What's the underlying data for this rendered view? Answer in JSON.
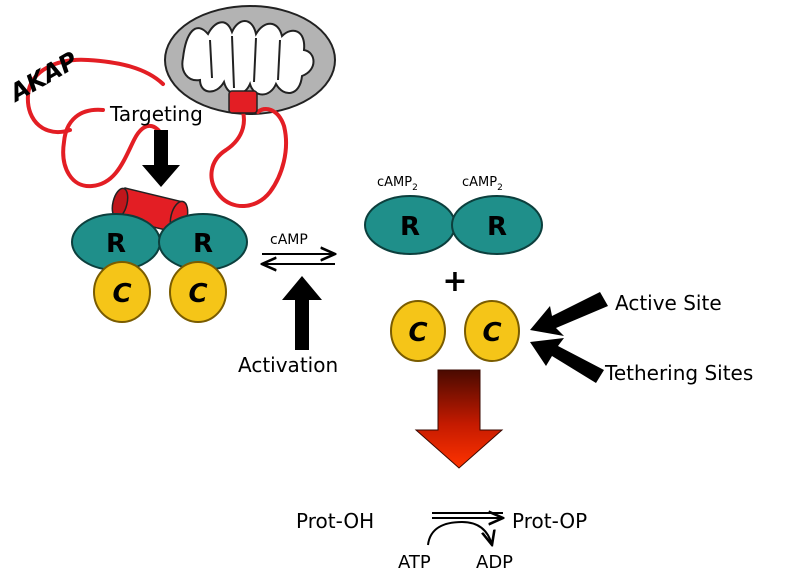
{
  "labels": {
    "akap": "AKAP",
    "targeting": "Targeting",
    "camp_arrow": "cAMP",
    "activation": "Activation",
    "camp2_left": "cAMP",
    "camp2_right": "cAMP",
    "camp2_subscript": "2",
    "plus": "+",
    "active_site": "Active Site",
    "tethering_sites": "Tethering Sites",
    "prot_oh": "Prot-OH",
    "prot_op": "Prot-OP",
    "atp": "ATP",
    "adp": "ADP"
  },
  "subunits": {
    "regulatory_letter": "R",
    "catalytic_letter": "C"
  },
  "colors": {
    "regulatory": "#1f8f8a",
    "catalytic": "#f5c518",
    "akap": "#e31e24",
    "mitochondrion": "#b3b3b3",
    "arrow_top": "#4a0a00",
    "arrow_bottom": "#ff3300"
  },
  "icons": {
    "organelle": "mitochondrion-icon"
  }
}
